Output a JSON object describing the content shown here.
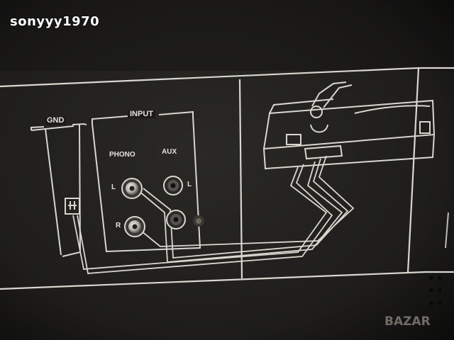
{
  "watermark": "sonyyy1970",
  "panel": {
    "gnd_label": "GND",
    "input_label": "INPUT",
    "phono_label": "PHONO",
    "aux_label": "AUX",
    "channel_left": "L",
    "channel_right": "R",
    "aux_channel_left": "L"
  },
  "logo_text": "BAZAR"
}
